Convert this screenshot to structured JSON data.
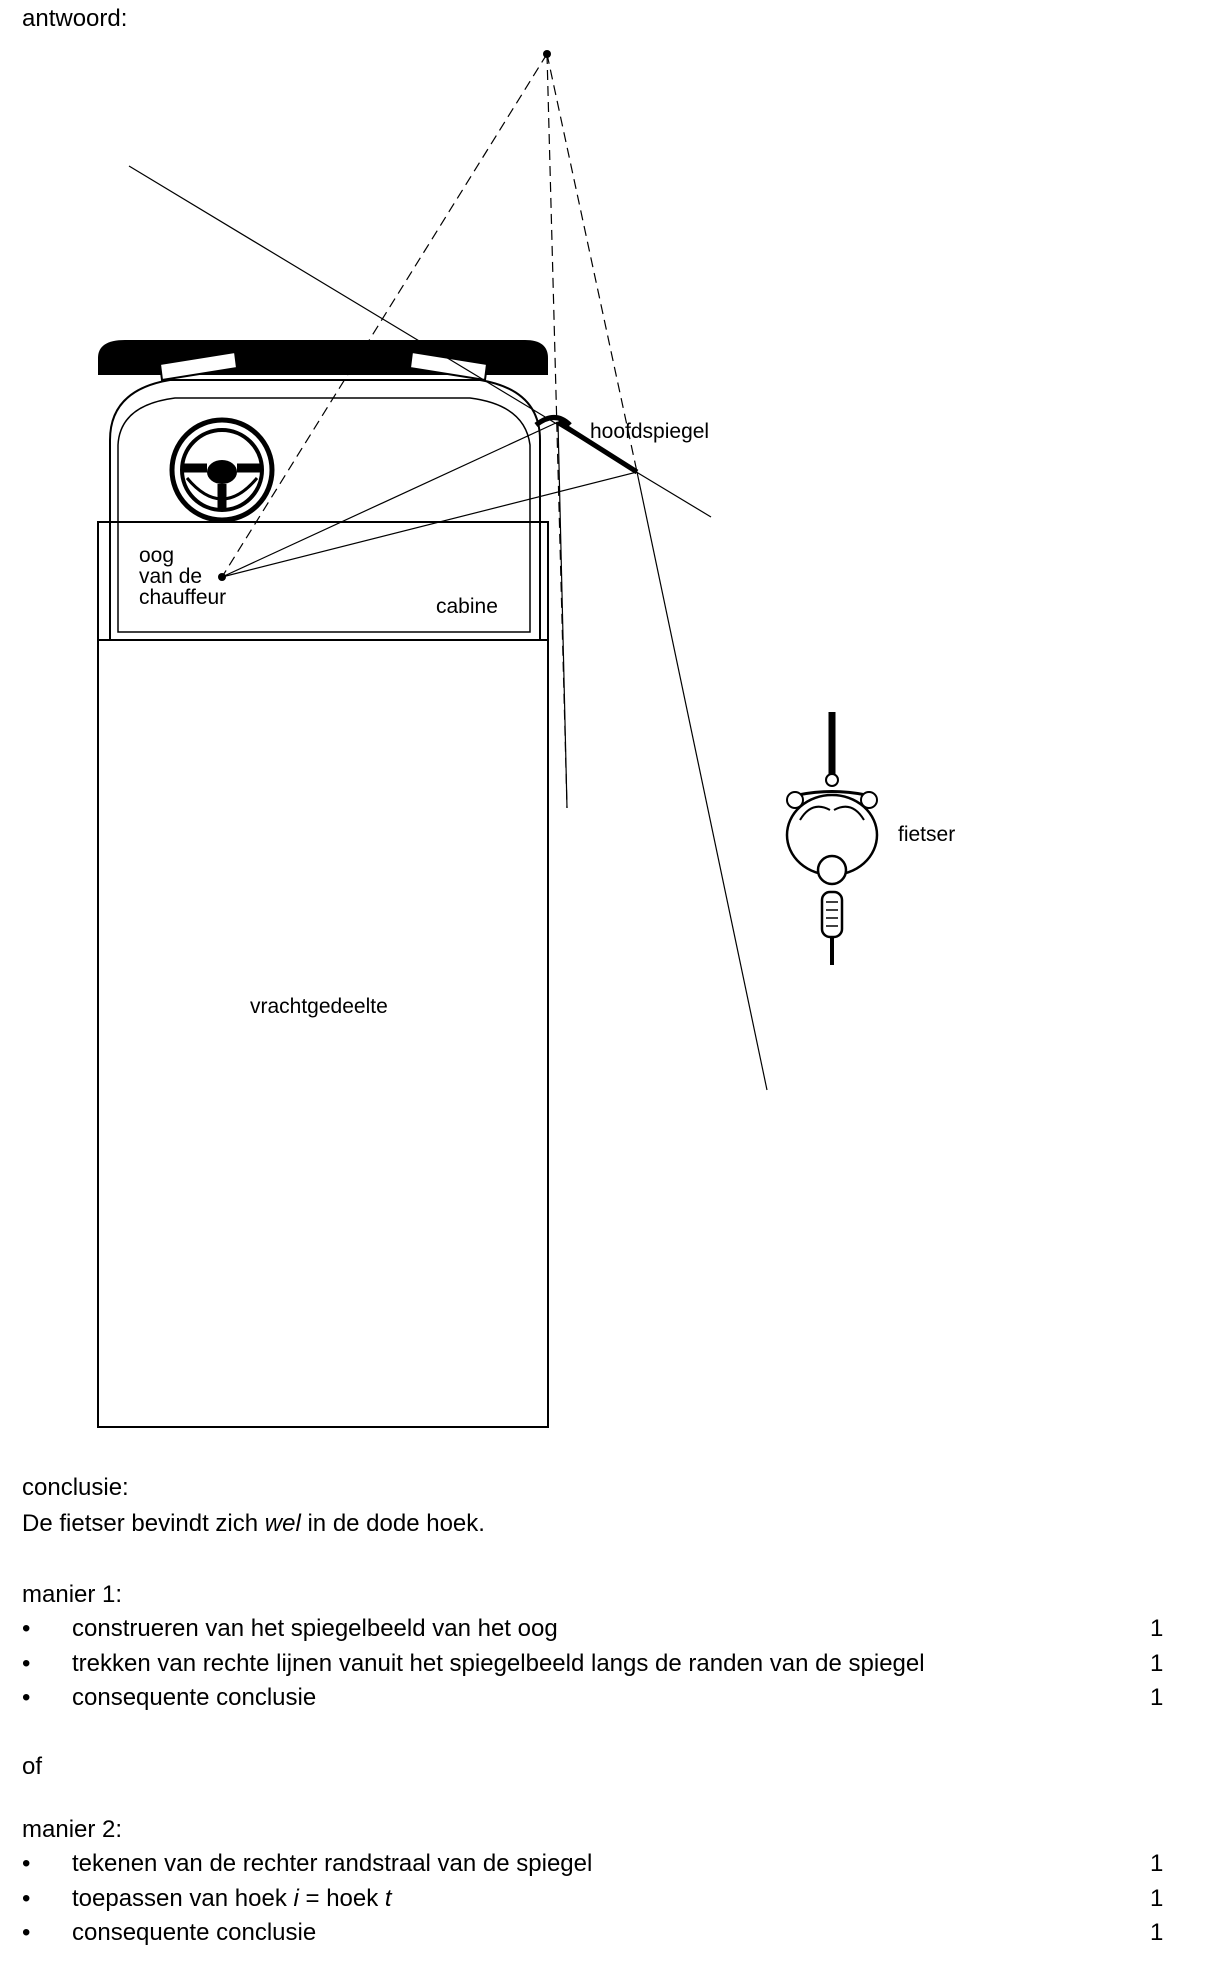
{
  "header": {
    "label": "antwoord:"
  },
  "figure": {
    "labels": {
      "mirror": "hoofdspiegel",
      "eye": [
        "oog",
        "van de",
        "chauffeur"
      ],
      "cabin": "cabine",
      "cargo": "vrachtgedeelte",
      "cyclist": "fietser"
    }
  },
  "conclusion": {
    "heading": "conclusie:",
    "text_before": "De fietser bevindt zich ",
    "text_emphasis": "wel",
    "text_after": " in de dode hoek."
  },
  "method1": {
    "heading": "manier 1:",
    "items": [
      {
        "text": "construeren van het spiegelbeeld van het oog",
        "points": "1"
      },
      {
        "text": "trekken van rechte lijnen vanuit het spiegelbeeld langs de randen van de spiegel",
        "points": "1"
      },
      {
        "text": "consequente conclusie",
        "points": "1"
      }
    ]
  },
  "separator": "of",
  "method2": {
    "heading": "manier 2:",
    "items": [
      {
        "text": "tekenen van de rechter randstraal van de spiegel",
        "points": "1"
      },
      {
        "parts": [
          "toepassen van hoek ",
          "i",
          " = hoek ",
          "t"
        ],
        "points": "1"
      },
      {
        "text": "consequente conclusie",
        "points": "1"
      }
    ]
  },
  "bullet": "•"
}
